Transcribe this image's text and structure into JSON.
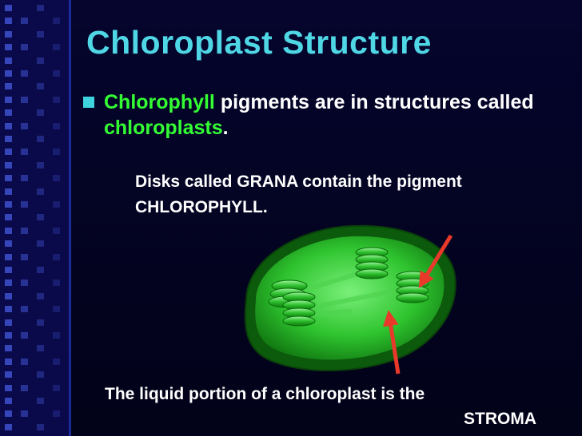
{
  "slide": {
    "title": "Chloroplast Structure",
    "bullet": {
      "part1": "Chlorophyll",
      "part2": " pigments are in structures called ",
      "part3": "chloroplasts",
      "part4": "."
    },
    "subtext": {
      "line1": "Disks called GRANA contain the pigment",
      "line2": "CHLOROPHYLL."
    },
    "caption": {
      "line1": "The liquid portion of a chloroplast is the",
      "line2": "STROMA"
    }
  },
  "colors": {
    "title": "#4fd7e6",
    "highlight": "#33ff33",
    "text": "#ffffff",
    "arrow": "#e8392b",
    "chloroplast": "#1fb81f"
  },
  "icons": [
    "chloroplast-diagram",
    "arrow-icon"
  ]
}
